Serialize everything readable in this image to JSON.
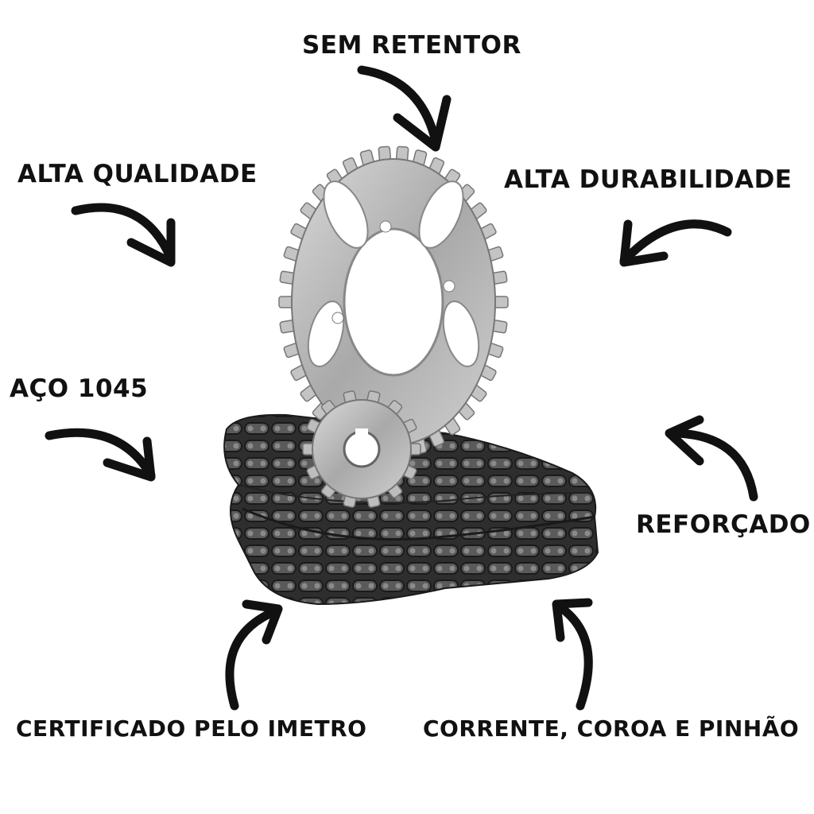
{
  "labels": {
    "top": "SEM RETENTOR",
    "top_left": "ALTA QUALIDADE",
    "top_right": "ALTA DURABILIDADE",
    "mid_left": "AÇO 1045",
    "mid_right": "REFORÇADO",
    "bottom_left": "CERTIFICADO PELO IMETRO",
    "bottom_right": "CORRENTE, COROA E PINHÃO"
  },
  "colors": {
    "text": "#111111",
    "arrow": "#111111",
    "steel": "#b8b8b8",
    "chain": "#3a3a3a"
  },
  "icons": [
    "curved-arrow-icon",
    "sprocket-icon",
    "chain-icon"
  ]
}
